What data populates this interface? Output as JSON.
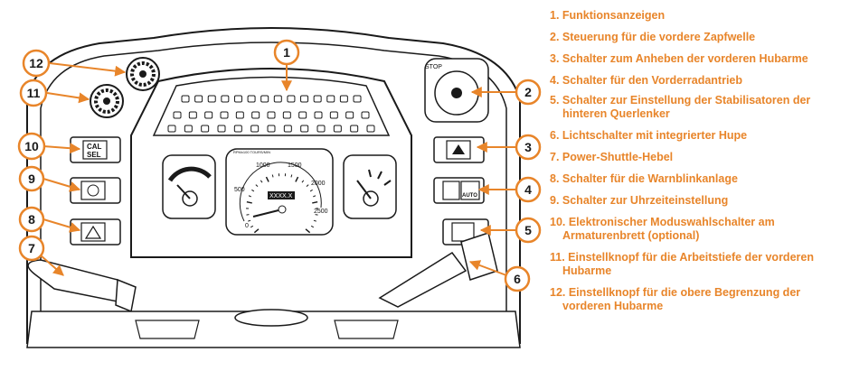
{
  "legend": [
    "1. Funktionsanzeigen",
    "2. Steuerung für die vordere Zapfwelle",
    "3. Schalter zum Anheben der vorderen Hubarme",
    "4. Schalter für den Vorderradantrieb",
    "5. Schalter zur Einstellung der Stabilisatoren der hinteren Querlenker",
    "6. Lichtschalter mit integrierter Hupe",
    "7. Power-Shuttle-Hebel",
    "8. Schalter für die Warnblinkanlage",
    "9. Schalter zur Uhrzeiteinstellung",
    "10. Elektronischer Moduswahlschalter am Armaturenbrett (optional)",
    "11. Einstellknopf für die Arbeitstiefe der vorderen Hubarme",
    "12. Einstellknopf für die obere Begrenzung der vorderen Hubarme"
  ],
  "callouts": [
    "1",
    "2",
    "3",
    "4",
    "5",
    "6",
    "7",
    "8",
    "9",
    "10",
    "11",
    "12"
  ],
  "dashboard": {
    "tacho_ticks": [
      "0",
      "500",
      "1000",
      "1500",
      "2000",
      "2500"
    ],
    "tacho_unit": "RPMx100 TOURS/MIN",
    "hour_meter": "XXXX.X",
    "cal_label": "CAL",
    "sel_label": "SEL",
    "auto_label": "AUTO",
    "stop_label": "STOP"
  },
  "colors": {
    "accent": "#e8852a",
    "line": "#1a1a1a",
    "panel": "#ffffff"
  }
}
